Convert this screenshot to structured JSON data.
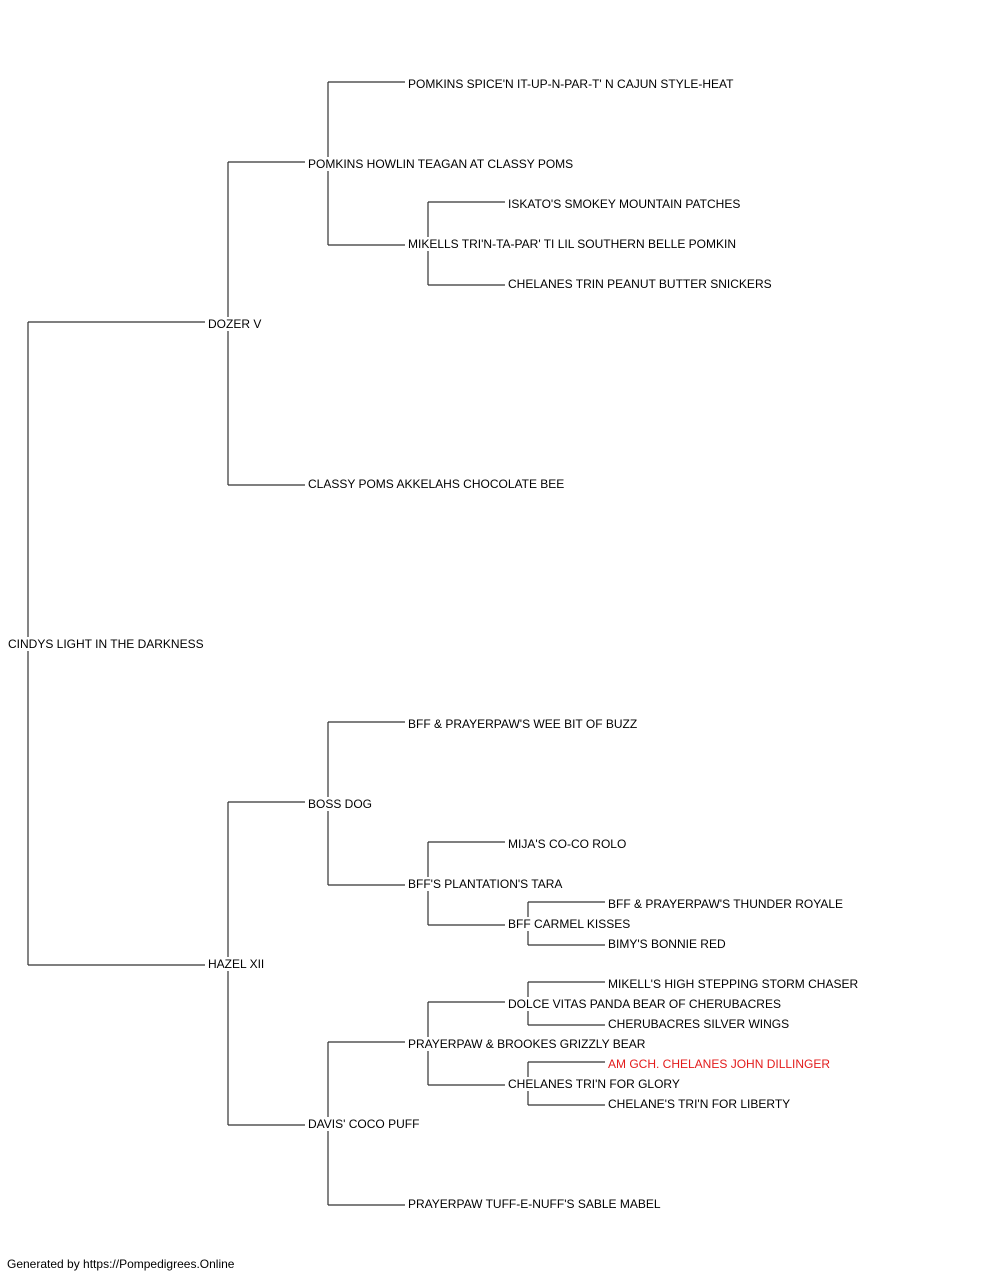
{
  "pedigree": {
    "subject": "CINDYS LIGHT IN THE DARKNESS",
    "sire": {
      "name": "DOZER V",
      "sire": {
        "name": "POMKINS HOWLIN TEAGAN AT CLASSY POMS",
        "sire": {
          "name": "POMKINS SPICE'N IT-UP-N-PAR-T' N CAJUN STYLE-HEAT"
        },
        "dam": {
          "name": "MIKELLS TRI'N-TA-PAR' TI LIL SOUTHERN BELLE POMKIN",
          "sire": {
            "name": "ISKATO'S SMOKEY MOUNTAIN PATCHES"
          },
          "dam": {
            "name": "CHELANES TRIN PEANUT BUTTER SNICKERS"
          }
        }
      },
      "dam": {
        "name": "CLASSY POMS AKKELAHS CHOCOLATE BEE"
      }
    },
    "dam": {
      "name": "HAZEL XII",
      "sire": {
        "name": "BOSS DOG",
        "sire": {
          "name": "BFF & PRAYERPAW'S WEE BIT OF BUZZ"
        },
        "dam": {
          "name": "BFF'S PLANTATION'S TARA",
          "sire": {
            "name": "MIJA'S CO-CO ROLO"
          },
          "dam": {
            "name": "BFF CARMEL KISSES",
            "sire": {
              "name": "BFF & PRAYERPAW'S THUNDER ROYALE"
            },
            "dam": {
              "name": "BIMY'S BONNIE RED"
            }
          }
        }
      },
      "dam": {
        "name": "DAVIS' COCO PUFF",
        "sire": {
          "name": "PRAYERPAW & BROOKES GRIZZLY BEAR",
          "sire": {
            "name": "DOLCE VITAS PANDA BEAR OF CHERUBACRES",
            "sire": {
              "name": "MIKELL'S HIGH STEPPING STORM CHASER"
            },
            "dam": {
              "name": "CHERUBACRES SILVER WINGS"
            }
          },
          "dam": {
            "name": "CHELANES TRI'N FOR GLORY",
            "sire": {
              "name": "AM GCH. CHELANES JOHN DILLINGER",
              "highlight": true
            },
            "dam": {
              "name": "CHELANE'S TRI'N FOR LIBERTY"
            }
          }
        },
        "dam": {
          "name": "PRAYERPAW TUFF-E-NUFF'S SABLE MABEL"
        }
      }
    }
  },
  "colors": {
    "text": "#000000",
    "line": "#333333",
    "highlight": "#e31b1b"
  },
  "footer": {
    "text": "Generated by https://Pompedigrees.Online"
  }
}
